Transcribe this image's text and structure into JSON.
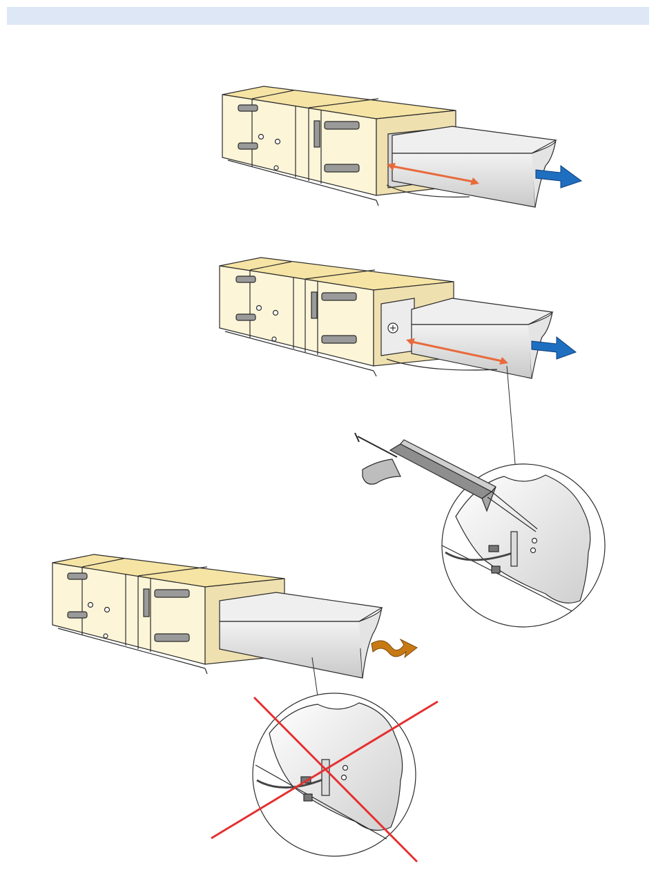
{
  "header": {
    "title": ""
  },
  "colors": {
    "header_band": "#dde7f5",
    "unit_top": "#f6e4a4",
    "unit_front": "#fdf5d8",
    "unit_side": "#efe0b0",
    "duct": "#d9d9d9",
    "airflow_arrow": "#1f6fc0",
    "leak_arrow": "#c77a14",
    "dimension_arrow": "#e86a3b",
    "cross_out": "#e53030",
    "outline": "#2a2a2a"
  },
  "illustrations": [
    {
      "id": "duct-connection-step-1",
      "icons": [
        "airflow-arrow-icon",
        "dimension-arrow-icon"
      ]
    },
    {
      "id": "duct-connection-step-2",
      "icons": [
        "airflow-arrow-icon",
        "dimension-arrow-icon",
        "sealant-gun-icon",
        "screw-icon"
      ]
    },
    {
      "id": "duct-connection-incorrect",
      "icons": [
        "leak-arrow-icon",
        "cross-out-icon",
        "screw-icon"
      ]
    }
  ]
}
